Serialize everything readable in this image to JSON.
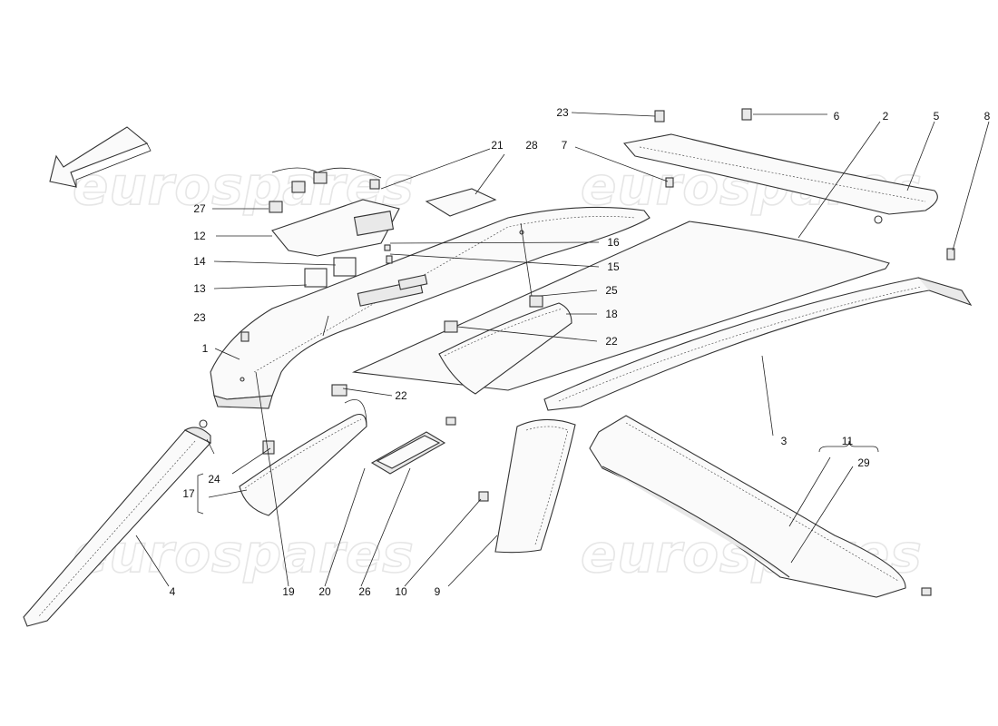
{
  "watermark": "eurospares",
  "callouts": [
    {
      "id": "c1",
      "text": "1"
    },
    {
      "id": "c2",
      "text": "2"
    },
    {
      "id": "c3",
      "text": "3"
    },
    {
      "id": "c4",
      "text": "4"
    },
    {
      "id": "c5",
      "text": "5"
    },
    {
      "id": "c6",
      "text": "6"
    },
    {
      "id": "c7",
      "text": "7"
    },
    {
      "id": "c8",
      "text": "8"
    },
    {
      "id": "c9",
      "text": "9"
    },
    {
      "id": "c10",
      "text": "10"
    },
    {
      "id": "c11",
      "text": "11"
    },
    {
      "id": "c12",
      "text": "12"
    },
    {
      "id": "c13",
      "text": "13"
    },
    {
      "id": "c14",
      "text": "14"
    },
    {
      "id": "c15",
      "text": "15"
    },
    {
      "id": "c16",
      "text": "16"
    },
    {
      "id": "c17",
      "text": "17"
    },
    {
      "id": "c18",
      "text": "18"
    },
    {
      "id": "c19",
      "text": "19"
    },
    {
      "id": "c20",
      "text": "20"
    },
    {
      "id": "c21",
      "text": "21"
    },
    {
      "id": "c22a",
      "text": "22"
    },
    {
      "id": "c22b",
      "text": "22"
    },
    {
      "id": "c23a",
      "text": "23"
    },
    {
      "id": "c23b",
      "text": "23"
    },
    {
      "id": "c24",
      "text": "24"
    },
    {
      "id": "c25",
      "text": "25"
    },
    {
      "id": "c26",
      "text": "26"
    },
    {
      "id": "c27",
      "text": "27"
    },
    {
      "id": "c28",
      "text": "28"
    },
    {
      "id": "c29",
      "text": "29"
    }
  ]
}
